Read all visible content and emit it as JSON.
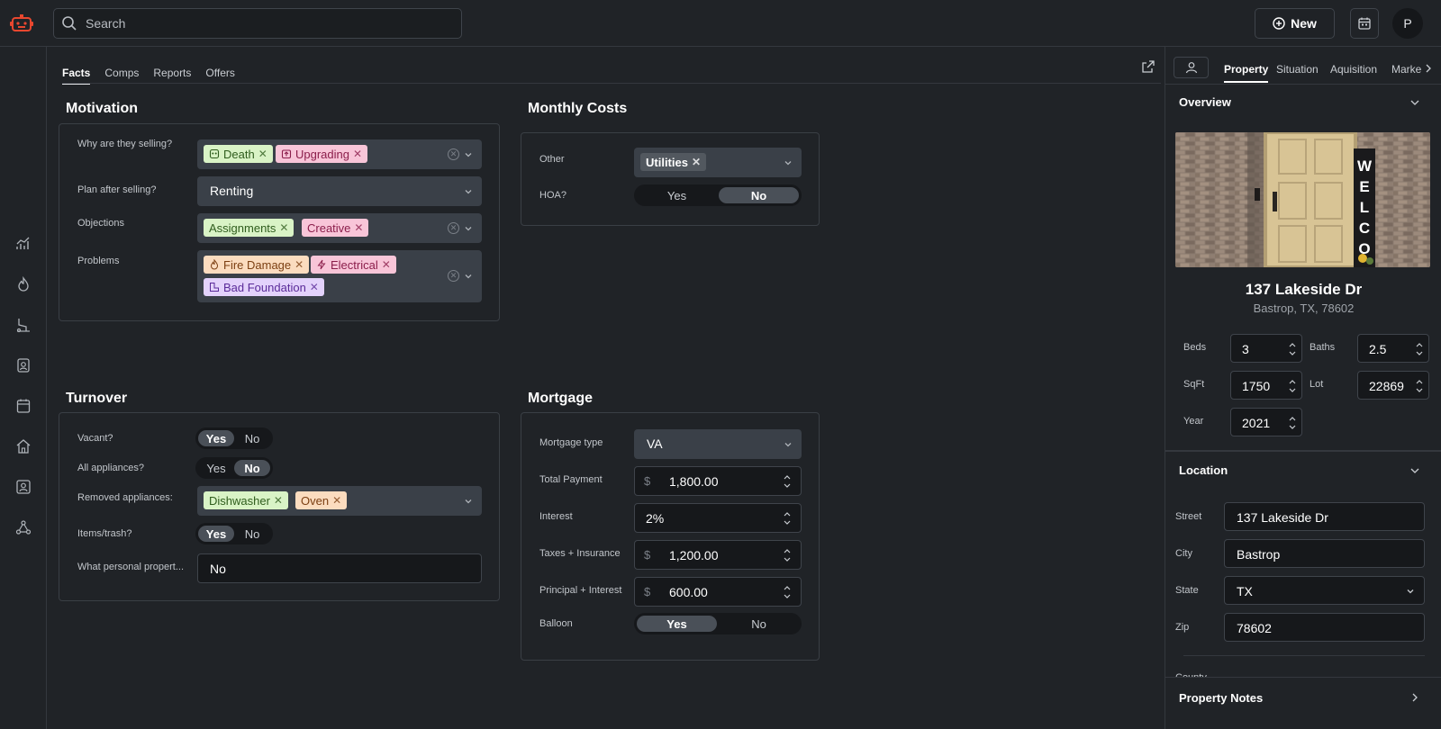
{
  "search": {
    "placeholder": "Search"
  },
  "header": {
    "new_label": "New",
    "avatar_initial": "P"
  },
  "sidebar": {
    "items": [
      "chart-icon",
      "fire-icon",
      "route-icon",
      "contact-icon",
      "calendar-icon",
      "home-icon",
      "user-card-icon",
      "network-icon"
    ]
  },
  "main": {
    "tabs": [
      "Facts",
      "Comps",
      "Reports",
      "Offers"
    ],
    "active_tab": "Facts"
  },
  "motivation": {
    "title": "Motivation",
    "why_label": "Why are they selling?",
    "why_tags": [
      "Death",
      "Upgrading"
    ],
    "plan_label": "Plan after selling?",
    "plan_value": "Renting",
    "objections_label": "Objections",
    "objection_tags": [
      "Assignments",
      "Creative"
    ],
    "problems_label": "Problems",
    "problem_tags": [
      "Fire Damage",
      "Electrical",
      "Bad Foundation"
    ]
  },
  "monthly_costs": {
    "title": "Monthly Costs",
    "other_label": "Other",
    "other_tags": [
      "Utilities"
    ],
    "hoa_label": "HOA?",
    "hoa_yes": "Yes",
    "hoa_no": "No",
    "hoa_selected": "No"
  },
  "turnover": {
    "title": "Turnover",
    "vacant_label": "Vacant?",
    "vacant_selected": "Yes",
    "appliances_label": "All appliances?",
    "appliances_selected": "No",
    "removed_label": "Removed appliances:",
    "removed_tags": [
      "Dishwasher",
      "Oven"
    ],
    "items_label": "Items/trash?",
    "items_selected": "Yes",
    "personal_label": "What personal propert...",
    "personal_value": "No",
    "yes": "Yes",
    "no": "No"
  },
  "mortgage": {
    "title": "Mortgage",
    "type_label": "Mortgage type",
    "type_value": "VA",
    "total_label": "Total Payment",
    "total_value": "1,800.00",
    "interest_label": "Interest",
    "interest_value": "2%",
    "taxes_label": "Taxes + Insurance",
    "taxes_value": "1,200.00",
    "pi_label": "Principal + Interest",
    "pi_value": "600.00",
    "balloon_label": "Balloon",
    "balloon_selected": "Yes",
    "currency": "$",
    "yes": "Yes",
    "no": "No"
  },
  "right_panel": {
    "tabs": [
      "Property",
      "Situation",
      "Aquisition",
      "Marke"
    ],
    "active_tab": "Property",
    "overview_title": "Overview",
    "photo_text": "WELCO",
    "address_line1": "137 Lakeside Dr",
    "address_line2": "Bastrop, TX, 78602",
    "beds_label": "Beds",
    "beds_value": "3",
    "baths_label": "Baths",
    "baths_value": "2.5",
    "sqft_label": "SqFt",
    "sqft_value": "1750",
    "lot_label": "Lot",
    "lot_value": "22869",
    "year_label": "Year",
    "year_value": "2021",
    "location_title": "Location",
    "street_label": "Street",
    "street_value": "137 Lakeside Dr",
    "city_label": "City",
    "city_value": "Bastrop",
    "state_label": "State",
    "state_value": "TX",
    "zip_label": "Zip",
    "zip_value": "78602",
    "county_label": "County",
    "notes_title": "Property Notes"
  }
}
